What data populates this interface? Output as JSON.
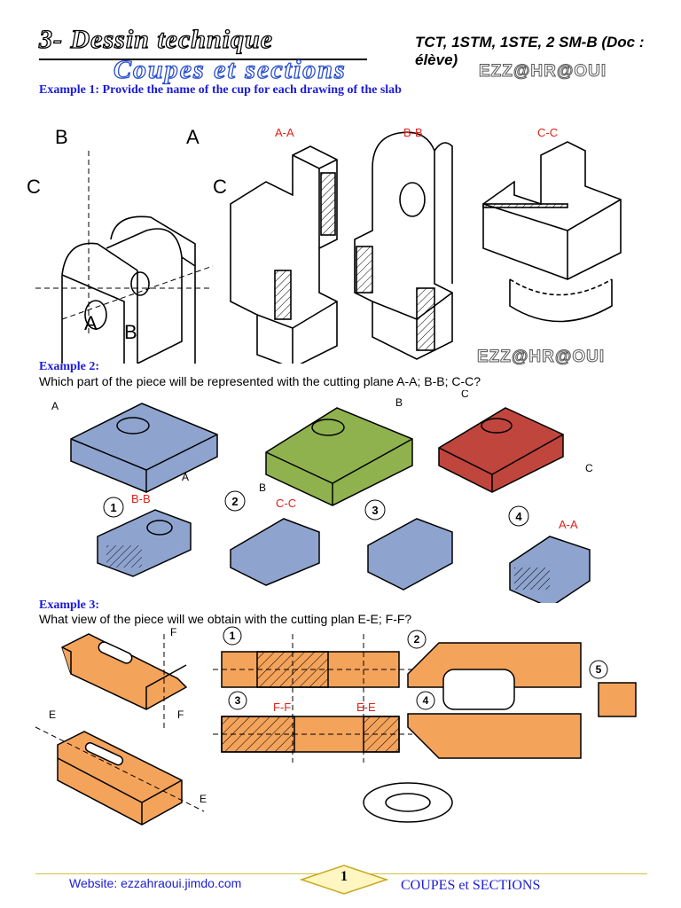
{
  "header": {
    "title": "3- Dessin technique",
    "classes": "TCT, 1STM, 1STE,  2 SM-B (Doc : élève)",
    "subtitle": "Coupes et sections",
    "watermark": "EZZ@HR@OUI"
  },
  "example1": {
    "title": "Example 1: Provide the name of the cup for each drawing of the slab",
    "labels": [
      "A-A",
      "B-B",
      "C-C"
    ],
    "plane_letters": [
      "B",
      "A",
      "C",
      "C",
      "A",
      "B"
    ]
  },
  "watermark2": "EZZ@HR@OUI",
  "example2": {
    "title": "Example 2:",
    "question": "Which part of the piece will be represented with the cutting plane A-A; B-B; C-C?",
    "numbers": [
      "1",
      "2",
      "3",
      "4"
    ],
    "answers": [
      "B-B",
      "C-C",
      "A-A"
    ],
    "plane_letters": [
      "A",
      "A",
      "B",
      "B",
      "C",
      "C"
    ],
    "colors": {
      "blue": "#8ea4cf",
      "green": "#8fb24e",
      "red": "#c0453d"
    }
  },
  "example3": {
    "title": "Example 3:",
    "question": "What view of the piece will we obtain with the cutting plan E-E; F-F?",
    "numbers": [
      "1",
      "2",
      "3",
      "4",
      "5"
    ],
    "answers": [
      "F-F",
      "E-E"
    ],
    "plane_letters": [
      "F",
      "F",
      "E",
      "E"
    ],
    "colors": {
      "orange": "#f4a35b"
    }
  },
  "footer": {
    "website": "Website: ezzahraoui.jimdo.com",
    "page_number": "1",
    "section": "COUPES et SECTIONS"
  }
}
